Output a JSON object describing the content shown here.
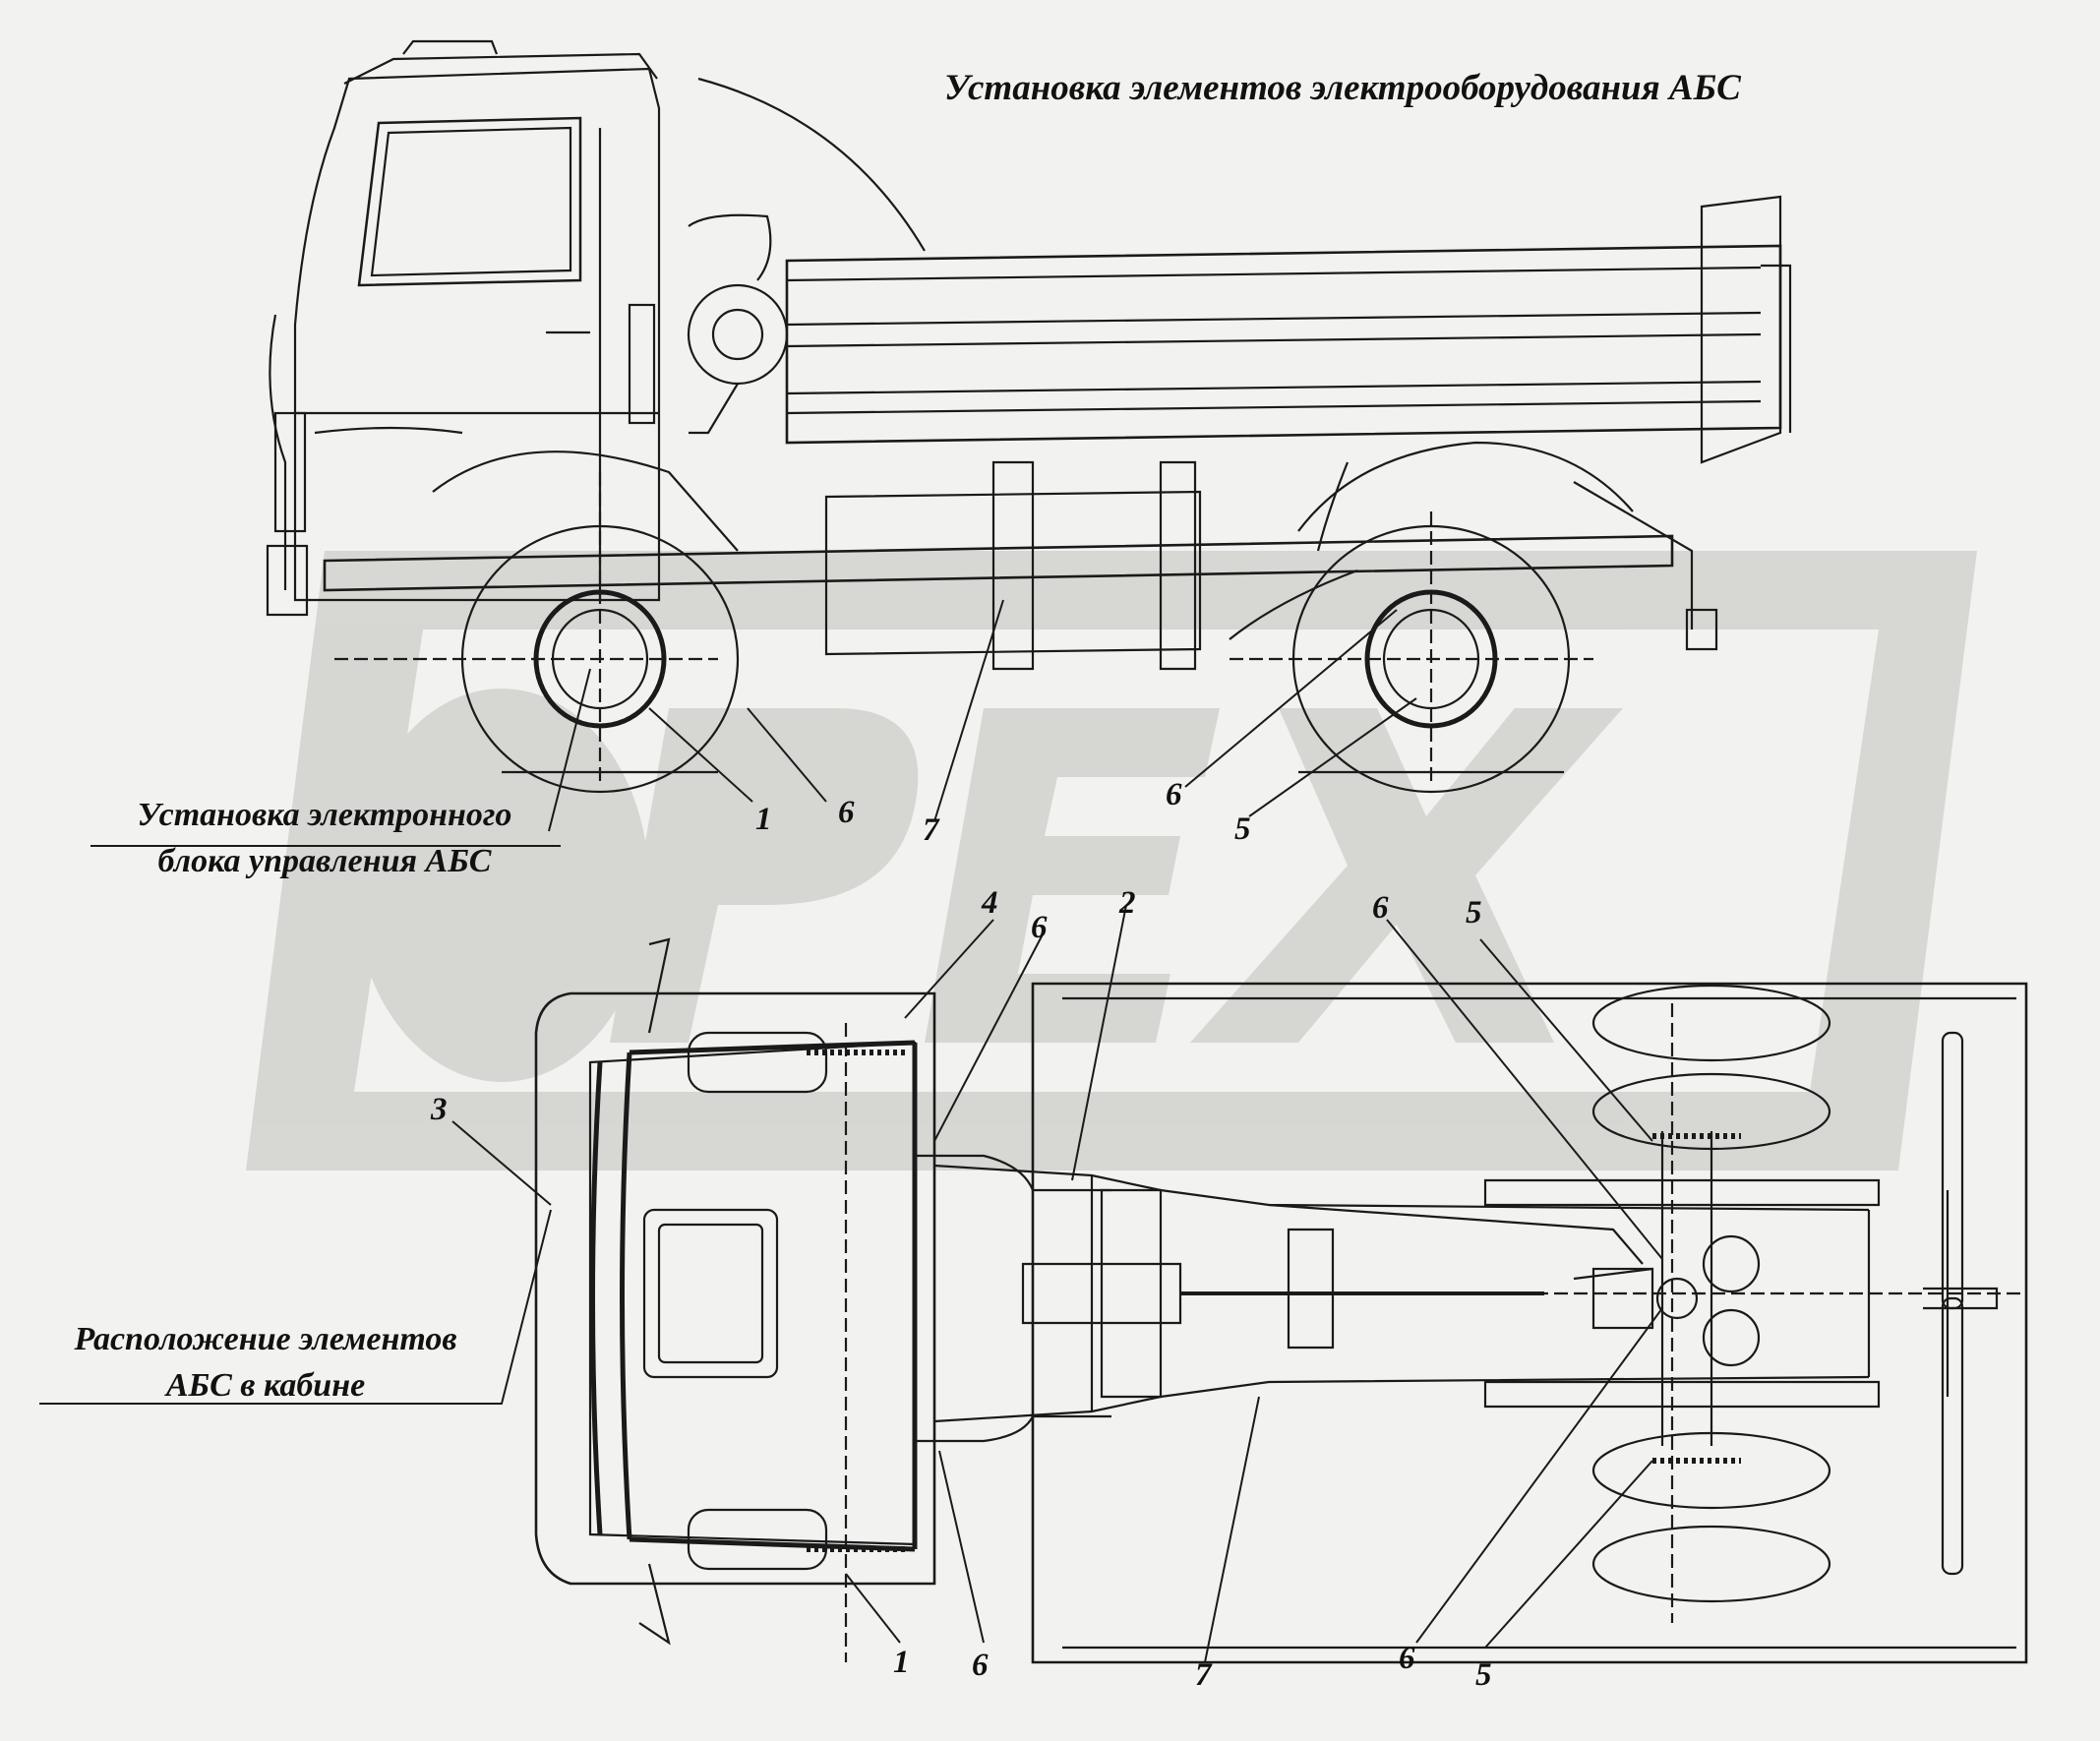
{
  "title": "Установка элементов электрооборудования АБС",
  "caption_ecu": [
    "Установка электронного",
    "блока управления АБС"
  ],
  "caption_cab": [
    "Расположение элементов",
    "АБС в кабине"
  ],
  "watermark": "ОРЕХ",
  "callouts": [
    {
      "id": "side-1",
      "text": "1"
    },
    {
      "id": "side-6a",
      "text": "6"
    },
    {
      "id": "side-7",
      "text": "7"
    },
    {
      "id": "side-6b",
      "text": "6"
    },
    {
      "id": "side-5",
      "text": "5"
    },
    {
      "id": "top-4",
      "text": "4"
    },
    {
      "id": "top-6a",
      "text": "6"
    },
    {
      "id": "top-2",
      "text": "2"
    },
    {
      "id": "top-6b",
      "text": "6"
    },
    {
      "id": "top-5a",
      "text": "5"
    },
    {
      "id": "top-3",
      "text": "3"
    },
    {
      "id": "bot-1",
      "text": "1"
    },
    {
      "id": "bot-6a",
      "text": "6"
    },
    {
      "id": "bot-7",
      "text": "7"
    },
    {
      "id": "bot-6b",
      "text": "6"
    },
    {
      "id": "bot-5",
      "text": "5"
    }
  ],
  "colors": {
    "background": "#f2f2f0",
    "line": "#1a1a1a",
    "watermark": "#cfcfcc"
  }
}
